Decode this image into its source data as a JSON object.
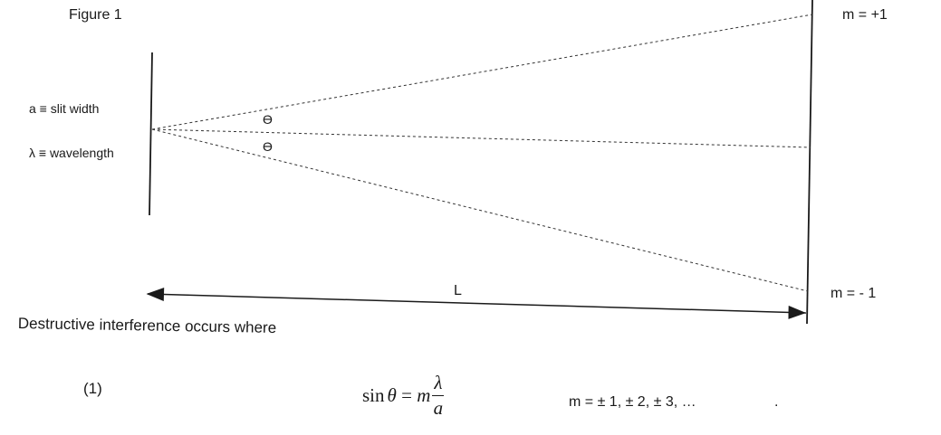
{
  "figure": {
    "title": "Figure 1",
    "order_top": "m = +1",
    "order_bottom": "m = - 1",
    "slit_def": "a ≡ slit width",
    "wavelength_def": "λ ≡  wavelength",
    "angle_label_upper": "ϴ",
    "angle_label_lower": "ϴ",
    "distance_label": "L"
  },
  "text": {
    "statement": "Destructive interference occurs where",
    "equation_number": "(1)",
    "formula_sin": "sin",
    "formula_theta": "θ",
    "formula_equals": " = ",
    "formula_m": "m",
    "formula_numerator": "λ",
    "formula_denominator": "a",
    "m_values": "m = ± 1, ± 2, ± 3, …",
    "trailing_dot": "."
  }
}
